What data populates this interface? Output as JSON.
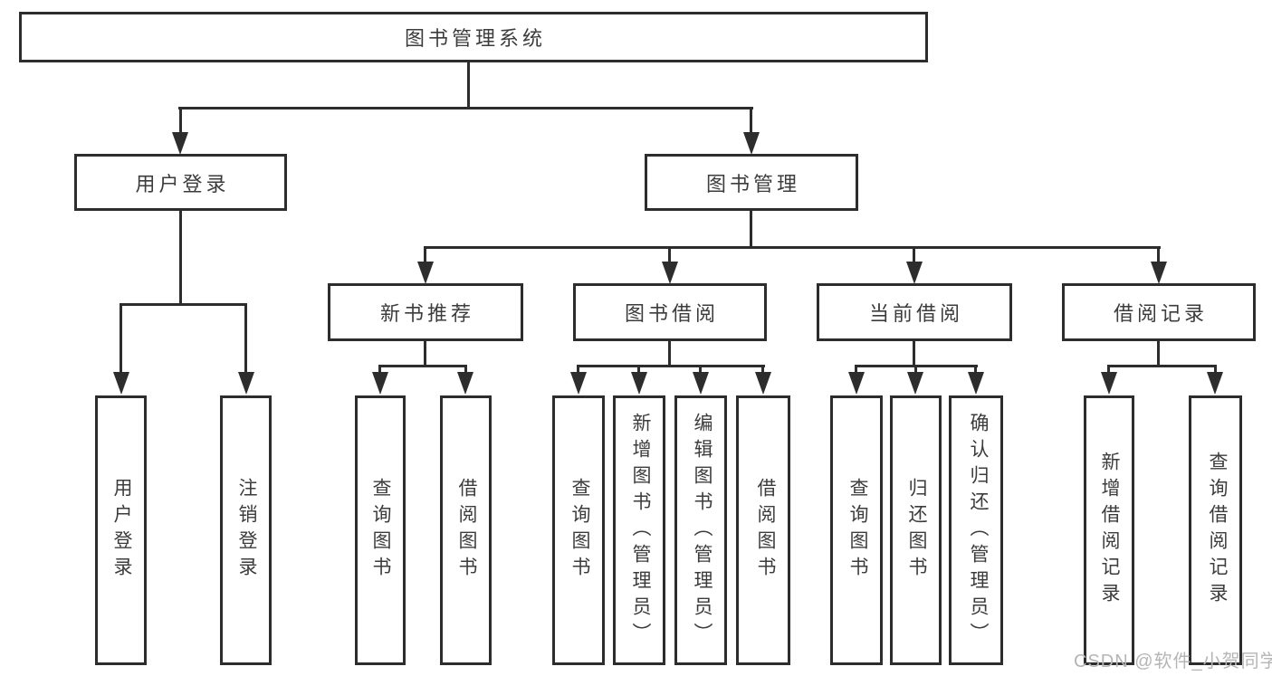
{
  "colors": {
    "background": "#ffffff",
    "line": "#2d2d2d",
    "text": "#3c3c3c",
    "watermark": "#b5b5b5"
  },
  "watermark": {
    "text": "CSDN @软件_小贺同学"
  },
  "tree": {
    "label": "图书管理系统",
    "children": [
      {
        "label": "用户登录",
        "children": [
          {
            "label": "用户登录"
          },
          {
            "label": "注销登录"
          }
        ]
      },
      {
        "label": "图书管理",
        "children": [
          {
            "label": "新书推荐",
            "children": [
              {
                "label": "查询图书"
              },
              {
                "label": "借阅图书"
              }
            ]
          },
          {
            "label": "图书借阅",
            "children": [
              {
                "label": "查询图书"
              },
              {
                "label": "新增图书（管理员）"
              },
              {
                "label": "编辑图书（管理员）"
              },
              {
                "label": "借阅图书"
              }
            ]
          },
          {
            "label": "当前借阅",
            "children": [
              {
                "label": "查询图书"
              },
              {
                "label": "归还图书"
              },
              {
                "label": "确认归还（管理员）"
              }
            ]
          },
          {
            "label": "借阅记录",
            "children": [
              {
                "label": "新增借阅记录"
              },
              {
                "label": "查询借阅记录"
              }
            ]
          }
        ]
      }
    ]
  }
}
